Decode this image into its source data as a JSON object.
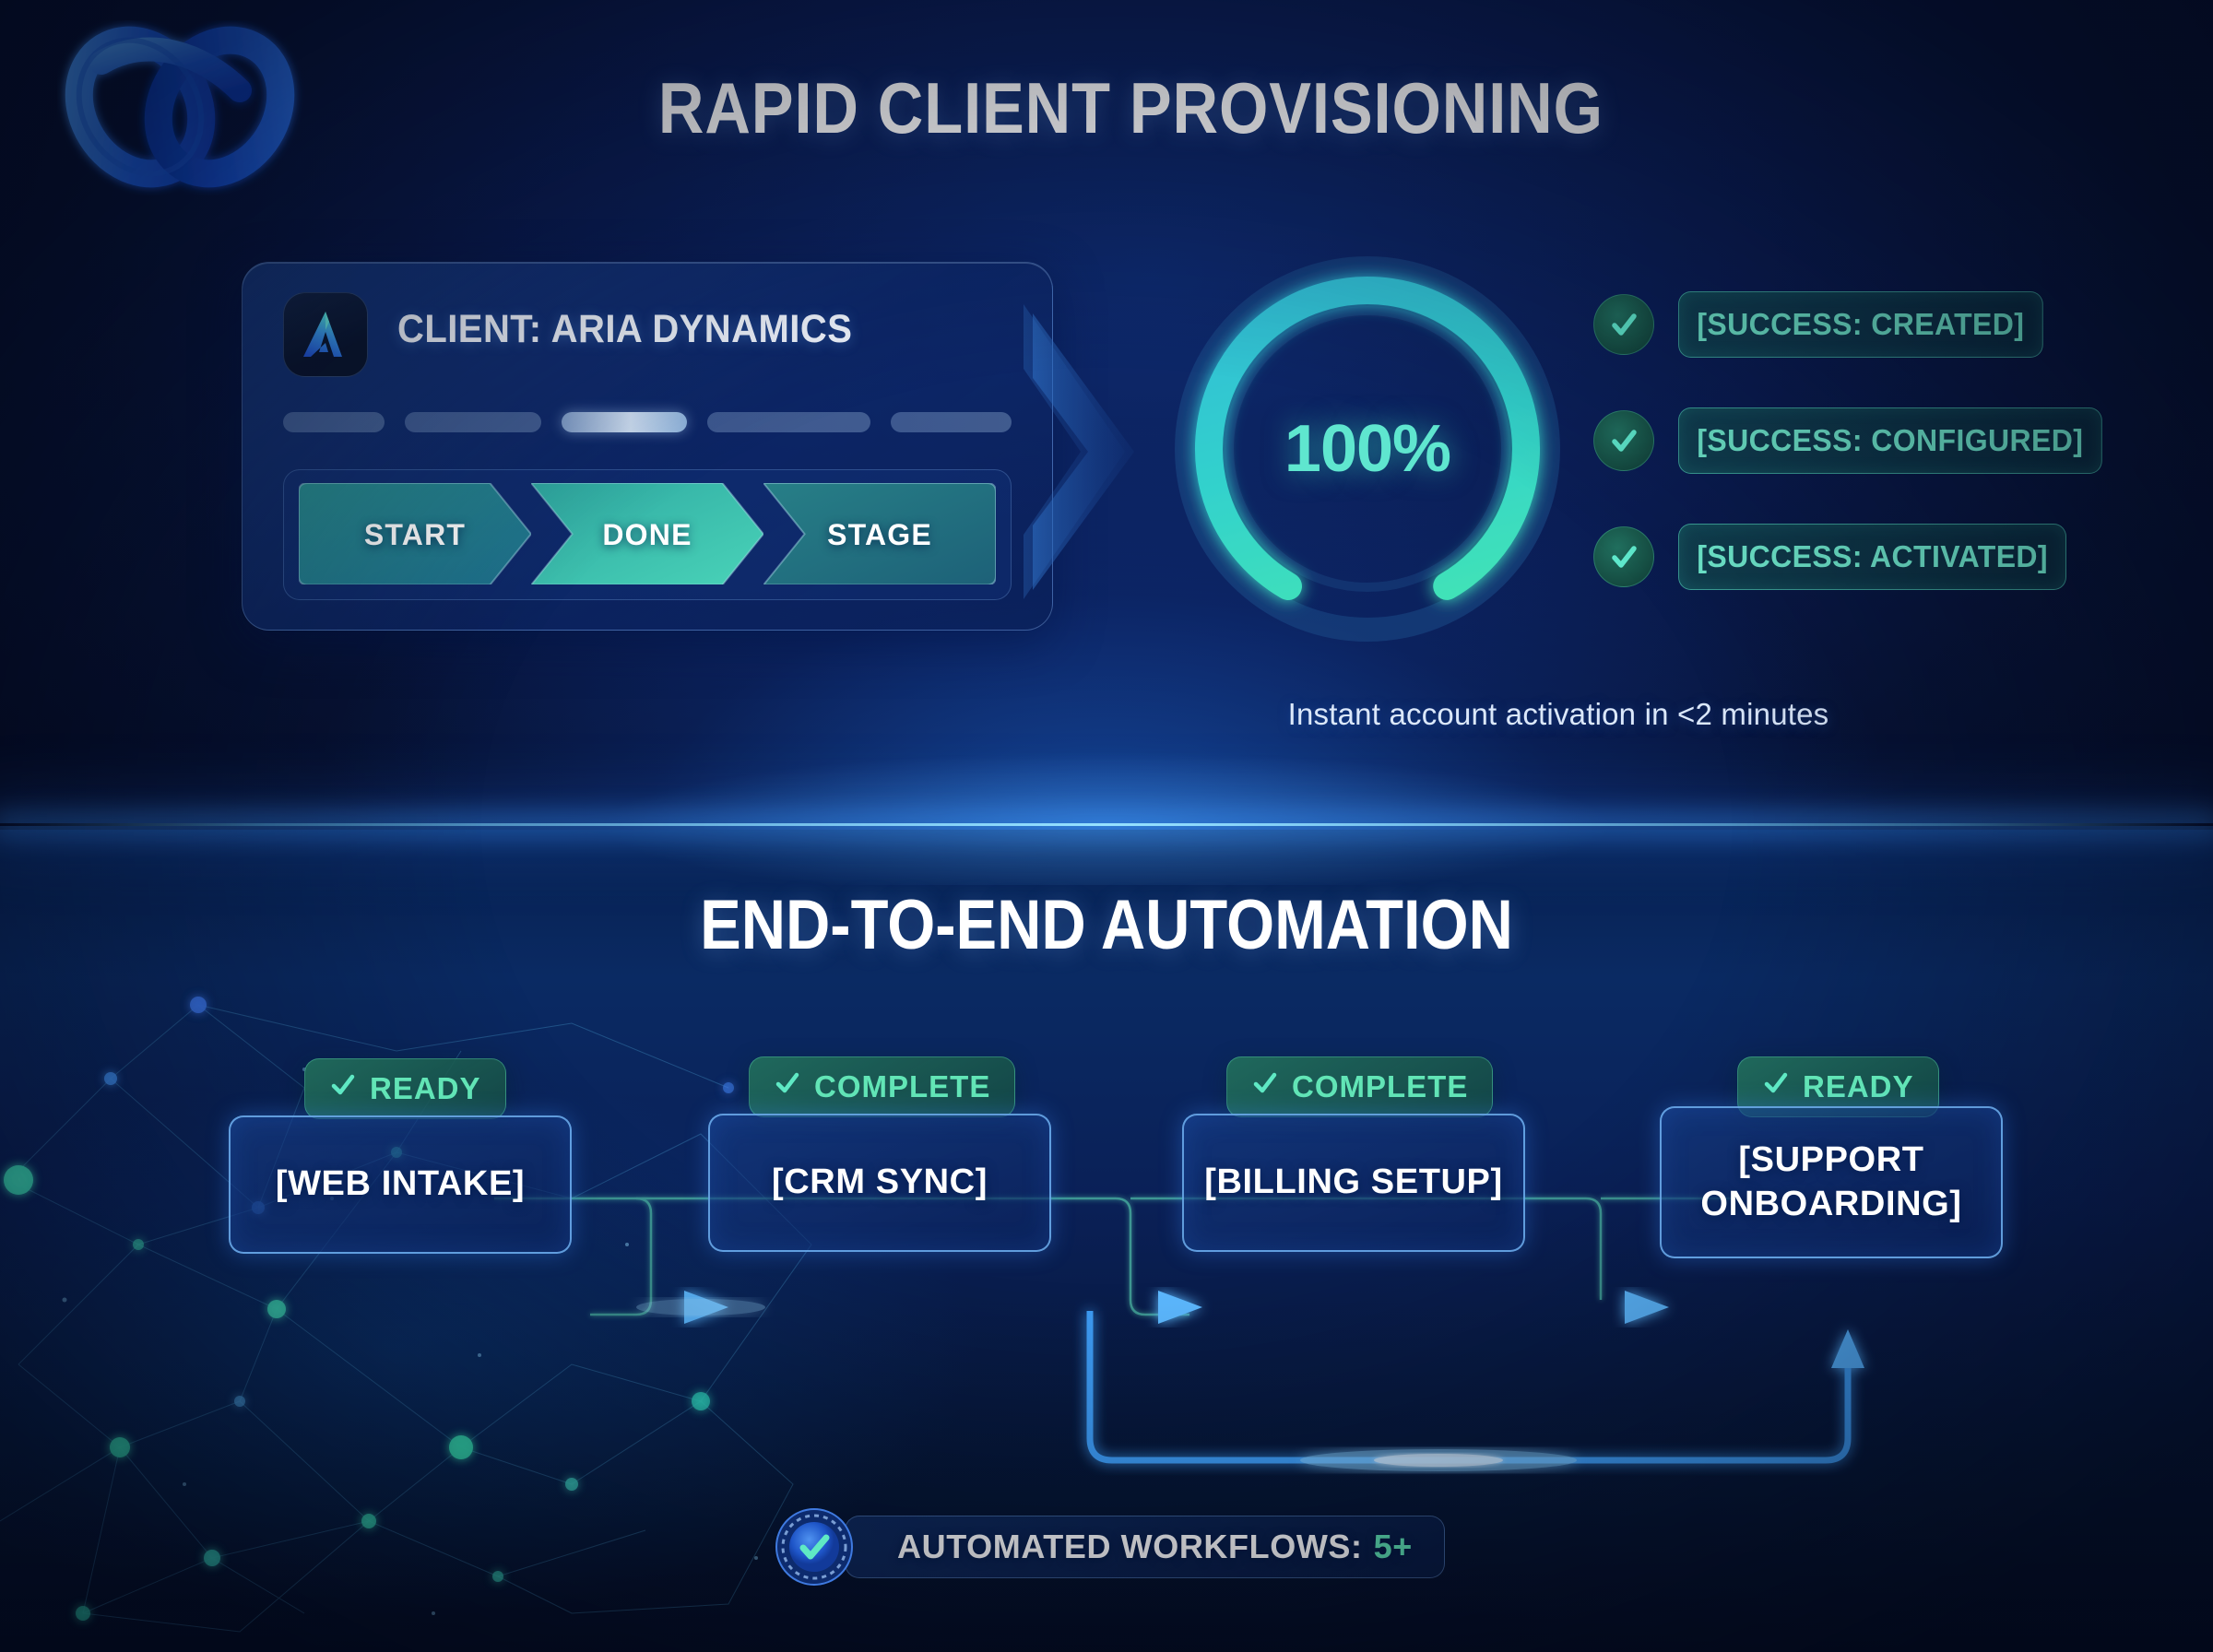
{
  "brand": {
    "logo_icon": "interlocking-rings-logo",
    "accent_blue": "#2f6fe8",
    "accent_teal": "#3fe0c0",
    "accent_green": "#62e5b6"
  },
  "header": {
    "title": "RAPID CLIENT PROVISIONING"
  },
  "client_card": {
    "app_icon": "aria-a-icon",
    "client_label": "CLIENT: ARIA DYNAMICS",
    "placeholder_bars": [
      {
        "width": 118,
        "highlight": false
      },
      {
        "width": 158,
        "highlight": false
      },
      {
        "width": 145,
        "highlight": true
      },
      {
        "width": 190,
        "highlight": false
      },
      {
        "width": 140,
        "highlight": false
      }
    ],
    "steps": [
      {
        "label": "START",
        "shape": "chevron-start",
        "state": "done"
      },
      {
        "label": "DONE",
        "shape": "chevron-mid",
        "state": "active"
      },
      {
        "label": "STAGE",
        "shape": "chevron-end",
        "state": "pending"
      }
    ]
  },
  "progress": {
    "value_label": "100%",
    "percent": 100,
    "arc_sweep_degrees": 300,
    "track_color": "#1d4a86",
    "arc_gradient_from": "#2fc3d8",
    "arc_gradient_to": "#3fe6b4",
    "caption": "Instant account activation in <2 minutes"
  },
  "success_items": [
    {
      "icon": "check-circle-icon",
      "label": "[SUCCESS: CREATED]"
    },
    {
      "icon": "check-circle-icon",
      "label": "[SUCCESS: CONFIGURED]"
    },
    {
      "icon": "check-circle-icon",
      "label": "[SUCCESS: ACTIVATED]"
    }
  ],
  "automation": {
    "title": "END-TO-END AUTOMATION",
    "nodes": [
      {
        "label": "[WEB INTAKE]",
        "badge": "READY",
        "badge_icon": "check-icon"
      },
      {
        "label": "[CRM SYNC]",
        "badge": "COMPLETE",
        "badge_icon": "check-icon"
      },
      {
        "label": "[BILLING SETUP]",
        "badge": "COMPLETE",
        "badge_icon": "check-icon"
      },
      {
        "label": "[SUPPORT ONBOARDING]",
        "badge": "READY",
        "badge_icon": "check-icon"
      }
    ],
    "footer": {
      "icon": "verified-seal-icon",
      "label": "AUTOMATED WORKFLOWS:",
      "count": "5+"
    }
  }
}
